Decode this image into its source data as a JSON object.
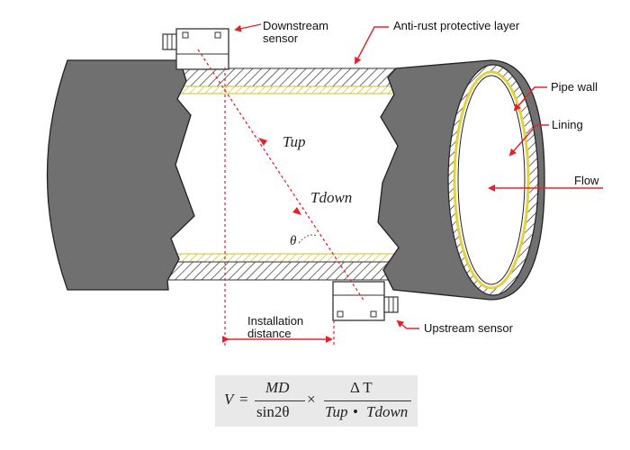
{
  "labels": {
    "downstream_sensor_1": "Downstream",
    "downstream_sensor_2": "sensor",
    "anti_rust_layer": "Anti-rust protective layer",
    "pipe_wall": "Pipe wall",
    "lining": "Lining",
    "flow": "Flow",
    "installation_distance_1": "Installation",
    "installation_distance_2": "distance",
    "upstream_sensor": "Upstream sensor",
    "tup": "Tup",
    "tdown": "Tdown",
    "theta": "θ"
  },
  "formula": {
    "lhs": "V",
    "equals": "=",
    "numerator_1": "MD",
    "denominator_1": "sin2θ",
    "times": "×",
    "numerator_2": "Δ T",
    "denominator_2_a": "Tup",
    "dot": "•",
    "denominator_2_b": "Tdown"
  },
  "colors": {
    "pipe_gray": "#707070",
    "lining_yellow": "#e2d23f",
    "arrow_red": "#e8202a",
    "formula_bg": "#e9e9e9"
  }
}
